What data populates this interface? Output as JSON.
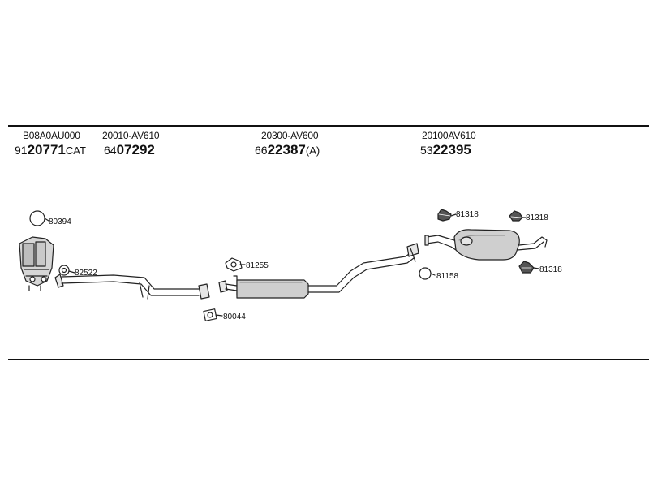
{
  "headers": [
    {
      "oe": "B08A0AU000",
      "prefix": "91",
      "main": "20771",
      "suffix": "CAT"
    },
    {
      "oe": "20010-AV610",
      "prefix": "64",
      "main": "07292",
      "suffix": ""
    },
    {
      "oe": "20300-AV600",
      "prefix": "66",
      "main": "22387",
      "suffix": "(A)"
    },
    {
      "oe": "20100AV610",
      "prefix": "53",
      "main": "22395",
      "suffix": ""
    }
  ],
  "callouts": {
    "c80394": "80394",
    "c82522": "82522",
    "c81255": "81255",
    "c80044": "80044",
    "c81318a": "81318",
    "c81318b": "81318",
    "c81318c": "81318",
    "c81158": "81158"
  }
}
